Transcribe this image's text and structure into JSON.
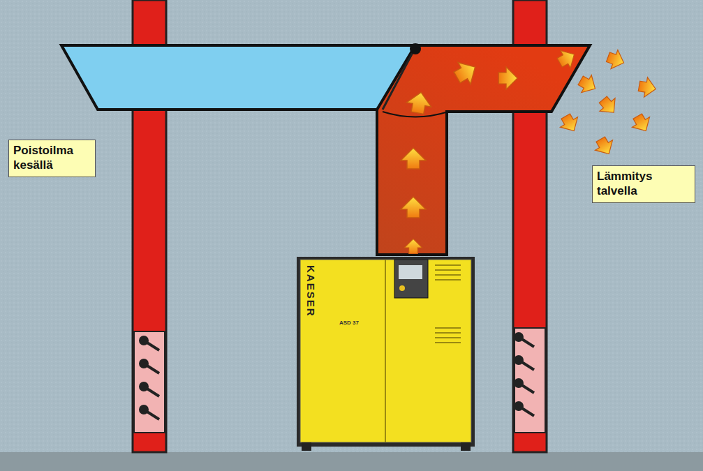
{
  "diagram": {
    "nodes": [
      {
        "text": [
          "Poistoilma kesällä"
        ]
      },
      {
        "text": [
          "Lämmitys talvella"
        ]
      }
    ],
    "labels": [
      "KAESER",
      "ASD 37"
    ]
  }
}
